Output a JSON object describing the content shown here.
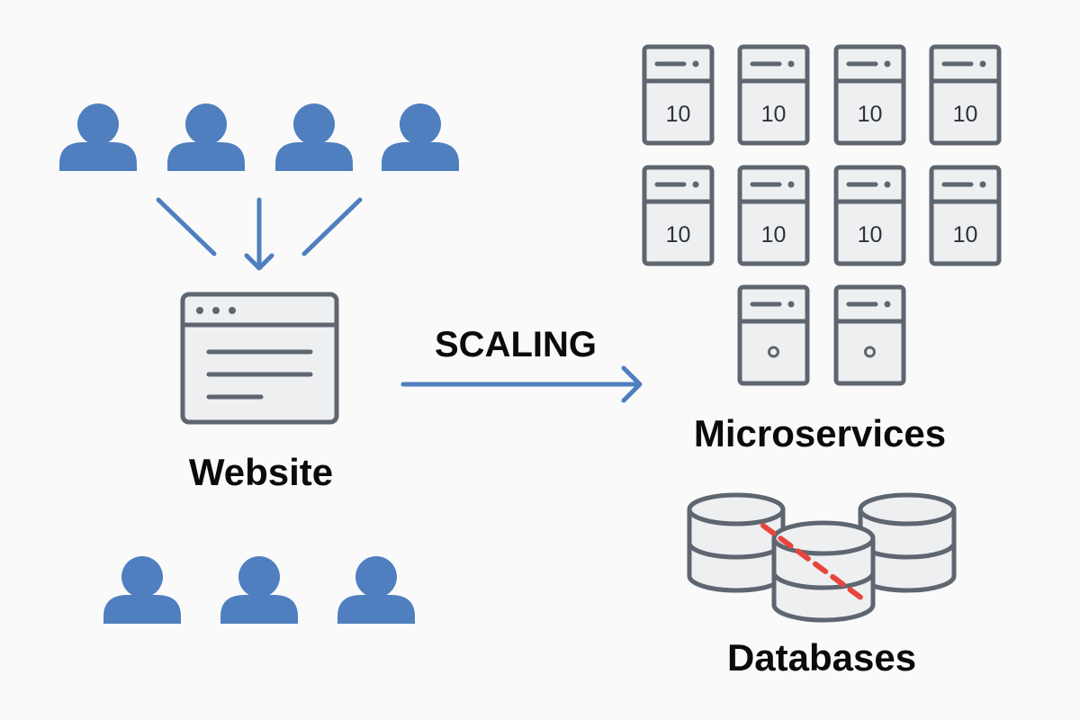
{
  "labels": {
    "website": "Website",
    "scaling": "SCALING",
    "microservices": "Microservices",
    "databases": "Databases"
  },
  "servers": {
    "label": "10",
    "count_labeled": 8,
    "count_plain": 2
  },
  "users": {
    "top_count": 4,
    "bottom_count": 3
  },
  "colors": {
    "user": "#4f7fbf",
    "arrow": "#4f7fbf",
    "outline": "#5e6670",
    "fill": "#eeeff1",
    "broken_link": "#e8453c",
    "text": "#0b0b0b",
    "background": "#fafafa"
  },
  "icons": [
    "user-icon",
    "website-window-icon",
    "server-icon",
    "database-icon",
    "arrow-icon"
  ]
}
